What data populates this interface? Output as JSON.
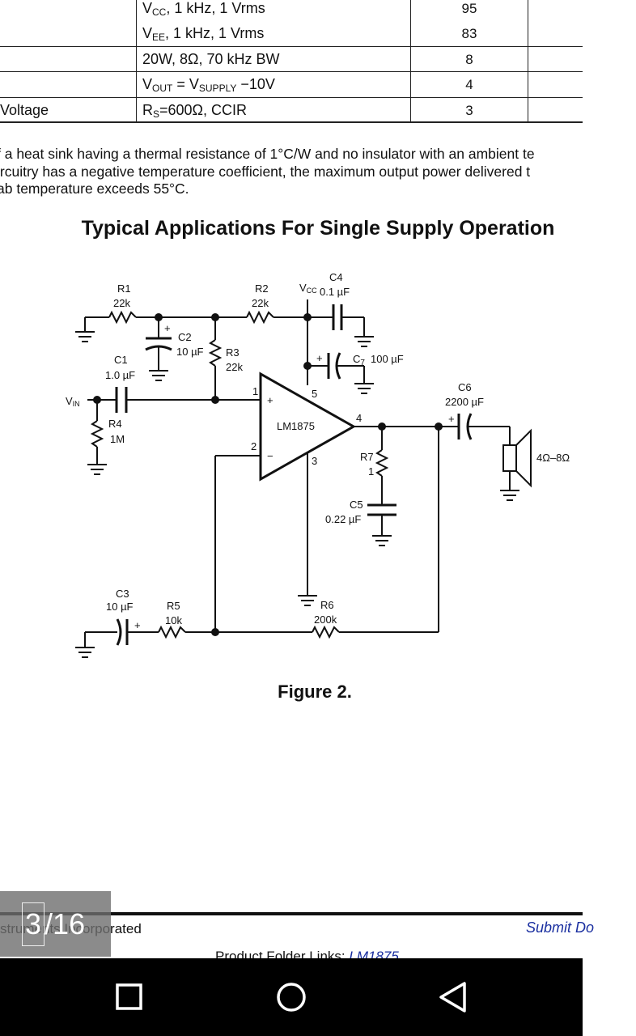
{
  "spec_table": {
    "rows": [
      {
        "param": "",
        "cond_main": "V",
        "cond_sub": "CC",
        "cond_rest": ", 1 kHz, 1 Vrms",
        "value": "95"
      },
      {
        "param": "",
        "cond_main": "V",
        "cond_sub": "EE",
        "cond_rest": ", 1 kHz, 1 Vrms",
        "value": "83"
      },
      {
        "param": "",
        "cond_main": "20W, 8Ω, 70 kHz BW",
        "cond_sub": "",
        "cond_rest": "",
        "value": "8"
      },
      {
        "param": "",
        "cond_main": "V",
        "cond_sub": "OUT",
        "cond_rest": " = V",
        "cond_sub2": "SUPPLY",
        "cond_rest2": " −10V",
        "value": "4"
      },
      {
        "param": "Voltage",
        "cond_main": "R",
        "cond_sub": "S",
        "cond_rest": "=600Ω, CCIR",
        "value": "3"
      }
    ]
  },
  "note": {
    "line1": "f a heat sink having a thermal resistance of 1°C/W and no insulator with an ambient te",
    "line2": "ircuitry has a negative temperature coefficient, the maximum output power delivered t",
    "line3": "ab temperature exceeds 55°C."
  },
  "section_title": "Typical Applications For Single Supply Operation",
  "schematic": {
    "ic_label": "LM1875",
    "vin_label": "V",
    "vin_sub": "IN",
    "vcc_label": "V",
    "vcc_sub": "CC",
    "pins": {
      "p1": "1",
      "p2": "2",
      "p3": "3",
      "p4": "4",
      "p5": "5"
    },
    "plus_sign": "+",
    "minus_sign": "−",
    "components": {
      "r1_name": "R1",
      "r1_val": "22k",
      "r2_name": "R2",
      "r2_val": "22k",
      "r3_name": "R3",
      "r3_val": "22k",
      "r4_name": "R4",
      "r4_val": "1M",
      "r5_name": "R5",
      "r5_val": "10k",
      "r6_name": "R6",
      "r6_val": "200k",
      "r7_name": "R7",
      "r7_val": "1",
      "c1_name": "C1",
      "c1_val": "1.0 µF",
      "c2_name": "C2",
      "c2_val": "10 µF",
      "c3_name": "C3",
      "c3_val": "10 µF",
      "c4_name": "C4",
      "c4_val": "0.1 µF",
      "c5_name": "C5",
      "c5_val": "0.22 µF",
      "c6_name": "C6",
      "c6_val": "2200 µF",
      "c7_name": "C",
      "c7_sub": "7",
      "c7_val": "100 µF",
      "speaker_val": "4Ω–8Ω"
    }
  },
  "figure_caption": "Figure 2.",
  "footer": {
    "left_text": "struments Incorporated",
    "right_text": "Submit Do",
    "links_prefix": "Product Folder Links: ",
    "links_item": "LM1875"
  },
  "page_indicator": {
    "current": "3",
    "separator": "/",
    "total": "16"
  },
  "nav": {
    "back": "back-icon",
    "home": "home-icon",
    "recents": "recents-icon"
  }
}
